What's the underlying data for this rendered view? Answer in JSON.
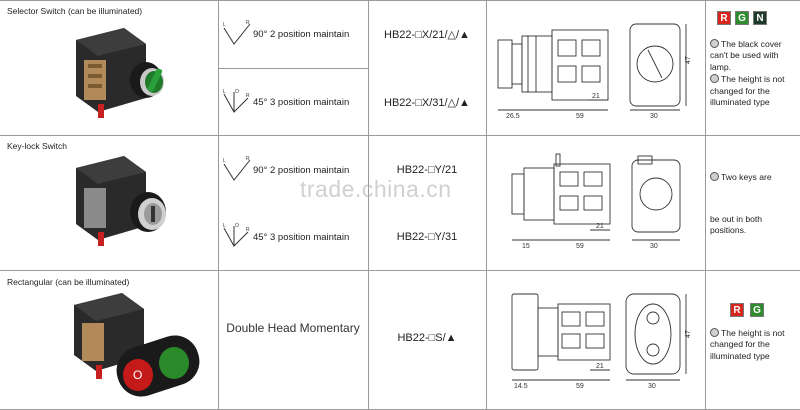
{
  "rows": [
    {
      "title": "Selector Switch (can be illuminated)",
      "modes": [
        {
          "angle": "90°",
          "label": " 2 position maintain",
          "model": "HB22-□X/21/△/▲"
        },
        {
          "angle": "45°",
          "label": " 3 position maintain",
          "model": "HB22-□X/31/△/▲"
        }
      ],
      "dims": {
        "a": "26.5",
        "b": "59",
        "c": "21",
        "d": "30",
        "e": "47"
      },
      "badges": [
        "R",
        "G",
        "N"
      ],
      "notes": [
        "The black cover can't be used with lamp.",
        "The height is not changed for the illuminated type"
      ]
    },
    {
      "title": "Key-lock Switch",
      "modes": [
        {
          "angle": "90°",
          "label": " 2 position maintain",
          "model": "HB22-□Y/21"
        },
        {
          "angle": "45°",
          "label": " 3 position maintain",
          "model": "HB22-□Y/31"
        }
      ],
      "dims": {
        "a": "15",
        "b": "59",
        "c": "21",
        "d": "30"
      },
      "notes": [
        "Two keys are",
        "be out in both positions."
      ]
    },
    {
      "title": "Rectangular (can be illuminated)",
      "center_label": "Double Head Momentary",
      "model": "HB22-□S/▲",
      "dims": {
        "a": "14.5",
        "b": "59",
        "c": "21",
        "d": "30",
        "e": "47"
      },
      "badges": [
        "R",
        "G"
      ],
      "notes": [
        "The height is not changed for the illuminated type"
      ]
    }
  ],
  "watermark": "trade.china.cn",
  "colors": {
    "red": "#d9261c",
    "green": "#2e8b2e",
    "dark": "#1e3a2a",
    "grid": "#9a9a9a"
  }
}
